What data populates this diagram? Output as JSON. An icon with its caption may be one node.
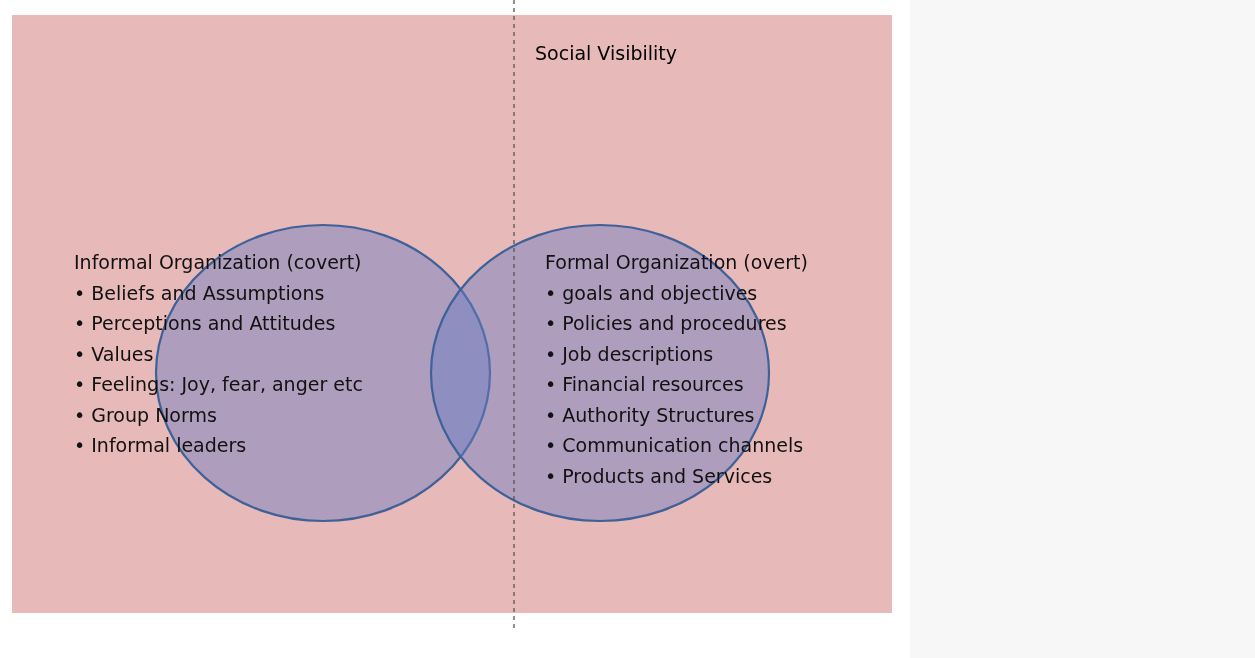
{
  "diagram": {
    "nodes": [
      {
        "text": [
          "Informal Organization (covert)",
          "• Beliefs and Assumptions",
          "• Perceptions and Attitudes",
          "• Values",
          "• Feelings: Joy, fear, anger etc",
          "• Group Norms",
          "• Informal leaders"
        ]
      },
      {
        "text": [
          "Formal Organization (overt)",
          "• goals and objectives",
          "• Policies and procedures",
          "• Job descriptions",
          "• Financial resources",
          "• Authority Structures",
          "• Communication channels",
          "• Products and Services"
        ]
      }
    ],
    "labels": [
      "Social Visibility"
    ]
  }
}
